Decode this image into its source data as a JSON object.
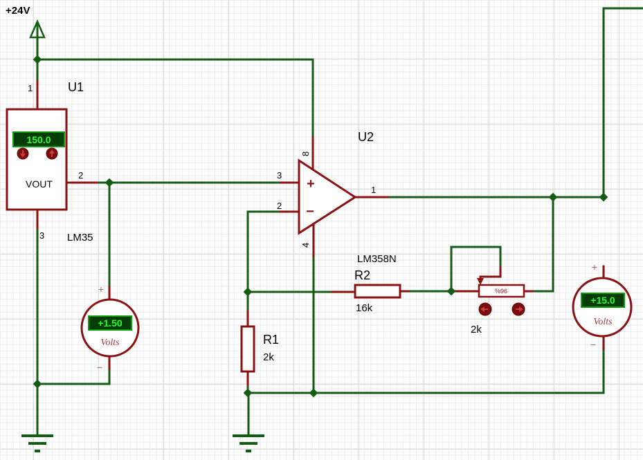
{
  "colors": {
    "wire": "#145c14",
    "component": "#8a1111",
    "display_bg": "#063c06",
    "display_border": "#0c9c0c",
    "display_text": "#2bff2b",
    "meter_unit_text": "#a03c3c",
    "terminal_mark": "#a06464",
    "label_text": "#000000"
  },
  "power": {
    "rail_label": "+24V"
  },
  "u1": {
    "ref": "U1",
    "part": "LM35",
    "display_value": "150.0",
    "output_name": "VOUT",
    "pin_vcc": "1",
    "pin_out": "2",
    "pin_gnd": "3"
  },
  "u2": {
    "ref": "U2",
    "part": "LM358N",
    "pin_noninv": "3",
    "pin_inv": "2",
    "pin_out": "1",
    "pin_vplus": "8",
    "pin_vminus": "4",
    "noninv_mark": "+",
    "inv_mark": "−"
  },
  "r1": {
    "ref": "R1",
    "value": "2k"
  },
  "r2": {
    "ref": "R2",
    "value": "16k"
  },
  "pot": {
    "value": "2k",
    "wiper_position": "%96"
  },
  "voltmeter_left": {
    "reading": "+1.50",
    "unit": "Volts",
    "plus": "+",
    "minus": "−"
  },
  "voltmeter_right": {
    "reading": "+15.0",
    "unit": "Volts",
    "plus": "+",
    "minus": "−"
  }
}
